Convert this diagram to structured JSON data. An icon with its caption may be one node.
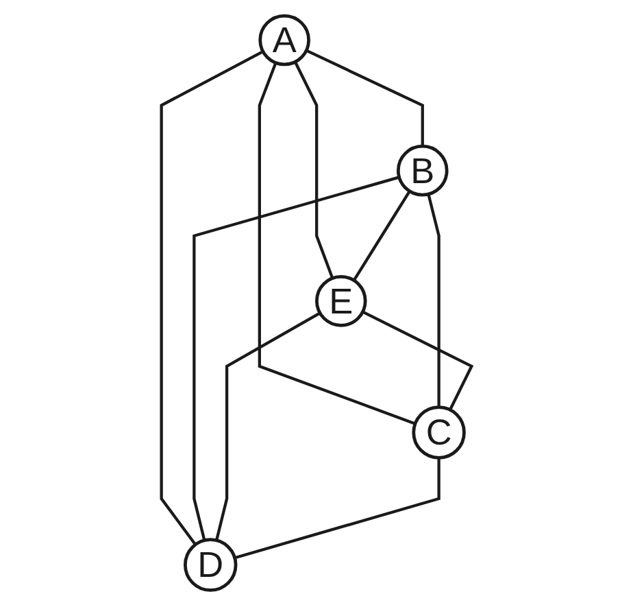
{
  "diagram": {
    "nodes": [
      {
        "text": [
          "A"
        ]
      },
      {
        "text": [
          "B"
        ]
      },
      {
        "text": [
          "E"
        ]
      },
      {
        "text": [
          "C"
        ]
      },
      {
        "text": [
          "D"
        ]
      }
    ],
    "edges": [
      {
        "from": 0,
        "to": 1,
        "arrow": "none"
      },
      {
        "from": 0,
        "to": 2,
        "arrow": "none"
      },
      {
        "from": 0,
        "to": 3,
        "arrow": "none"
      },
      {
        "from": 0,
        "to": 4,
        "arrow": "none"
      },
      {
        "from": 1,
        "to": 2,
        "arrow": "none"
      },
      {
        "from": 1,
        "to": 3,
        "arrow": "none"
      },
      {
        "from": 1,
        "to": 4,
        "arrow": "none"
      },
      {
        "from": 2,
        "to": 3,
        "arrow": "none"
      },
      {
        "from": 2,
        "to": 4,
        "arrow": "none"
      },
      {
        "from": 3,
        "to": 4,
        "arrow": "none"
      }
    ]
  }
}
